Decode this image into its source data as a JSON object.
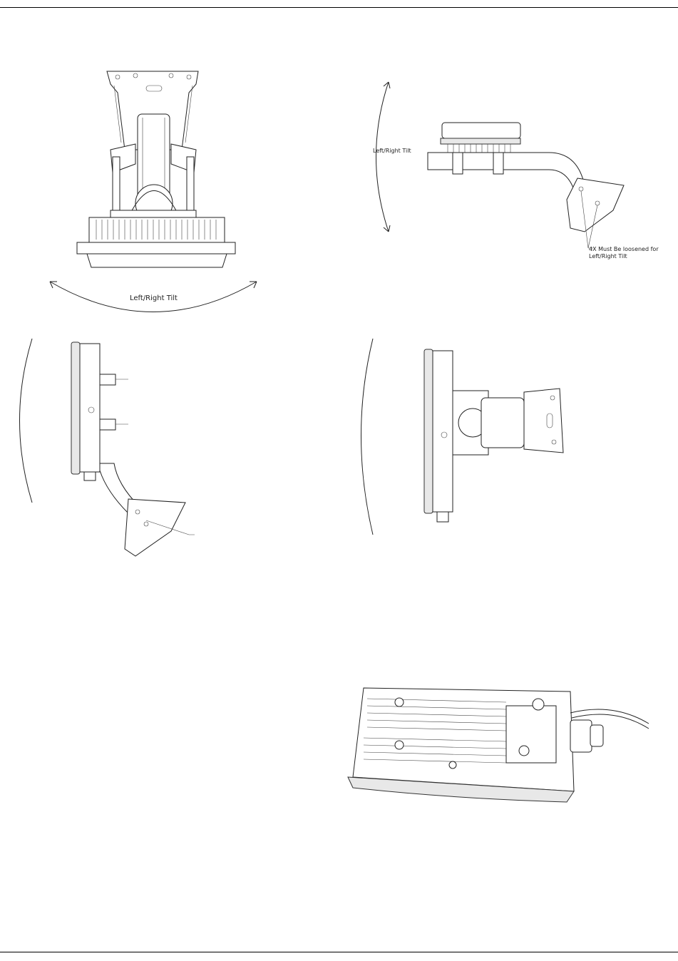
{
  "figures": {
    "top_view": {
      "tilt_label": "Left/Right Tilt"
    },
    "side_view": {
      "tilt_label": "Left/Right Tilt",
      "note_line1": "4X Must Be loosened for",
      "note_line2": "Left/Right Tilt"
    }
  }
}
